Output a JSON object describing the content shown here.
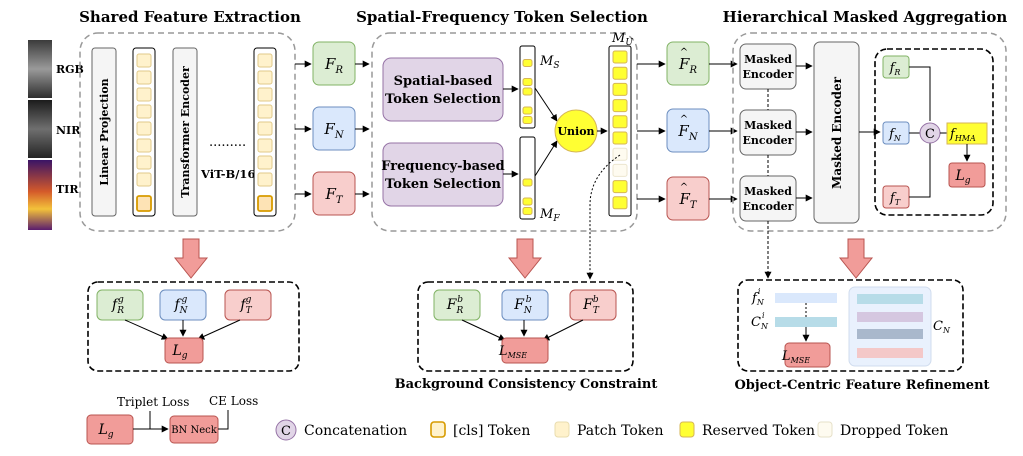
{
  "sections": {
    "shared": "Shared Feature Extraction",
    "spatial_freq": "Spatial-Frequency Token Selection",
    "hierarchical": "Hierarchical Masked Aggregation"
  },
  "modalities": [
    "RGB",
    "NIR",
    "TIR"
  ],
  "blocks": {
    "linear_projection": "Linear Projection",
    "transformer_encoder": "Transformer Encoder",
    "dots": ".........",
    "vit": "ViT-B/16",
    "spatial_sel_1": "Spatial-based",
    "spatial_sel_2": "Token Selection",
    "freq_sel_1": "Frequency-based",
    "freq_sel_2": "Token Selection",
    "union": "Union",
    "masked_encoder_1": "Masked",
    "masked_encoder_2": "Encoder",
    "masked_encoder_big": "Masked Encoder",
    "concat_symbol": "C"
  },
  "features": {
    "F": "F",
    "R": "R",
    "N": "N",
    "T": "T",
    "M": "M",
    "S": "S",
    "U": "U",
    "Fsub": "F",
    "f": "f",
    "g": "g",
    "b": "b",
    "i": "i",
    "HMA": "HMA",
    "C": "C",
    "L": "L",
    "MSE": "MSE"
  },
  "losses": {
    "triplet": "Triplet Loss",
    "ce": "CE Loss",
    "bn_neck": "BN Neck"
  },
  "captions": {
    "background": "Background Consistency Constraint",
    "object": "Object-Centric Feature Refinement"
  },
  "legend": {
    "concat": "Concatenation",
    "cls": "[cls] Token",
    "patch": "Patch Token",
    "reserved": "Reserved Token",
    "dropped": "Dropped Token"
  },
  "colors": {
    "green_fill": "#dcedd3",
    "green_stroke": "#82b366",
    "blue_fill": "#dae8fc",
    "blue_stroke": "#6c8ebf",
    "red_fill": "#f8cecc",
    "red_stroke": "#b85450",
    "purple_fill": "#e1d5e7",
    "purple_stroke": "#9673a6",
    "gray_fill": "#f5f5f5",
    "dark_gray": "#555555",
    "yellow": "#ffff33",
    "patch_fill": "#fff2cc",
    "cls_stroke": "#d79b00",
    "loss_fill": "#f19c99"
  }
}
